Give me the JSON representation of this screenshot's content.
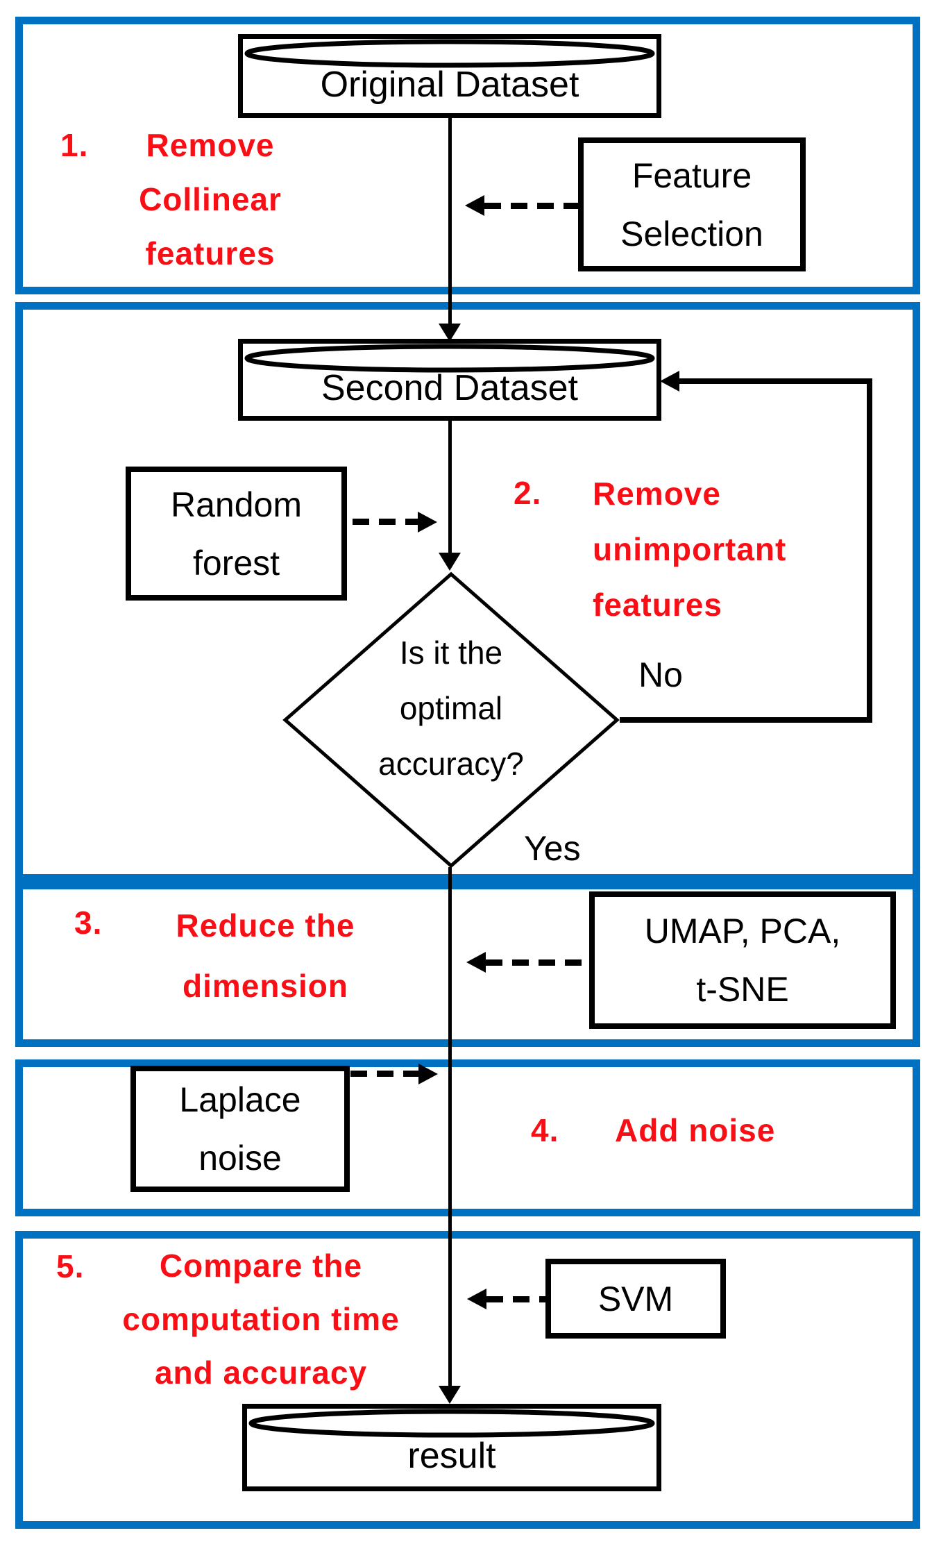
{
  "colors": {
    "section_border": "#0070C0",
    "step_text": "#F90E15",
    "shape_border": "#000000"
  },
  "nodes": {
    "original_dataset": {
      "label": "Original Dataset"
    },
    "feature_selection": {
      "lines": [
        "Feature",
        "Selection"
      ]
    },
    "second_dataset": {
      "label": "Second Dataset"
    },
    "random_forest": {
      "lines": [
        "Random",
        "forest"
      ]
    },
    "decision": {
      "lines": [
        "Is it the",
        "optimal",
        "accuracy?"
      ]
    },
    "dim_reduction": {
      "lines": [
        "UMAP, PCA,",
        "t-SNE"
      ]
    },
    "laplace_noise": {
      "lines": [
        "Laplace",
        "noise"
      ]
    },
    "svm": {
      "label": "SVM"
    },
    "result": {
      "label": "result"
    }
  },
  "branch_labels": {
    "no": "No",
    "yes": "Yes"
  },
  "steps": [
    {
      "number": "1.",
      "lines": [
        "Remove",
        "Collinear",
        "features"
      ]
    },
    {
      "number": "2.",
      "lines": [
        "Remove",
        "unimportant",
        "features"
      ]
    },
    {
      "number": "3.",
      "lines": [
        "Reduce the",
        "dimension"
      ]
    },
    {
      "number": "4.",
      "lines": [
        "Add noise"
      ]
    },
    {
      "number": "5.",
      "lines": [
        "Compare the",
        "computation time",
        "and accuracy"
      ]
    }
  ]
}
